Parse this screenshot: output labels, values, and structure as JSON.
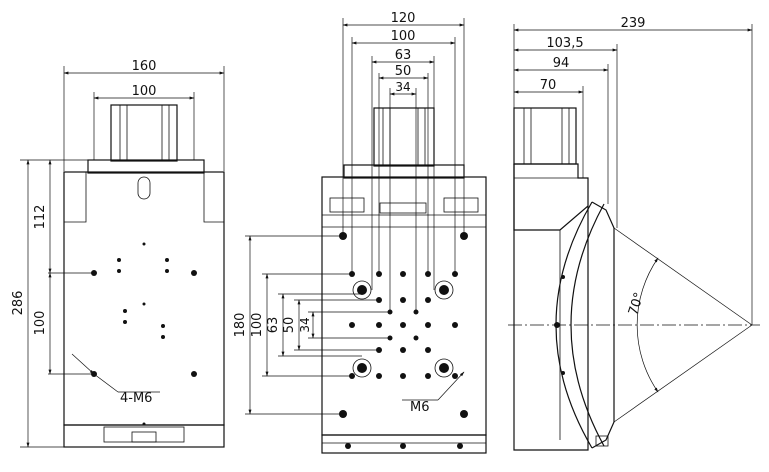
{
  "front_view": {
    "width_overall": "160",
    "width_top": "100",
    "height_overall": "286",
    "height_upper": "112",
    "height_mid": "100",
    "hole_note": "4-M6"
  },
  "table_view": {
    "width_120": "120",
    "width_100": "100",
    "width_63": "63",
    "width_50": "50",
    "width_34": "34",
    "height_180": "180",
    "height_100": "100",
    "height_63": "63",
    "height_50": "50",
    "height_34": "34",
    "hole_note": "M6"
  },
  "side_view": {
    "length_239": "239",
    "length_103_5": "103,5",
    "length_94": "94",
    "length_70": "70",
    "angle": "70°"
  }
}
